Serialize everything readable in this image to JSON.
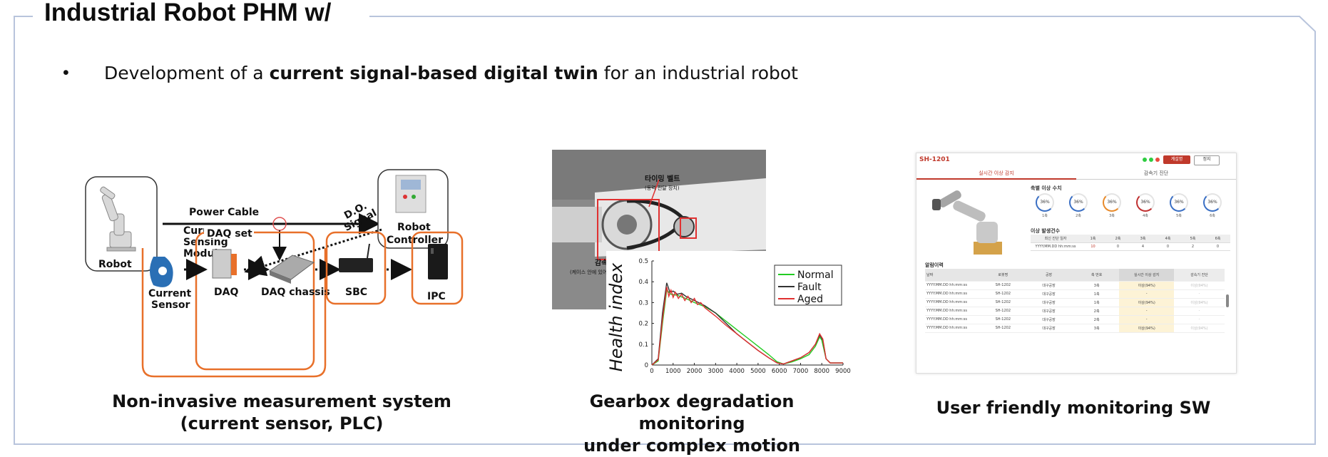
{
  "header": {
    "title": "Industrial Robot PHM w/",
    "bullet": "•",
    "bullet_pre": "Development of a ",
    "bullet_bold": "current signal-based digital twin",
    "bullet_post": " for an industrial robot"
  },
  "diagram": {
    "robot": "Robot",
    "power_cable": "Power Cable",
    "robot_controller_1": "Robot",
    "robot_controller_2": "Controller",
    "do_signal_1": "D.O.",
    "do_signal_2": "Signal",
    "csm_1": "Current",
    "csm_2": "Sensing",
    "csm_3": "Module",
    "daq_set": "DAQ set",
    "current_sensor_1": "Current",
    "current_sensor_2": "Sensor",
    "daq": "DAQ",
    "daq_chassis": "DAQ chassis",
    "sbc": "SBC",
    "ipc": "IPC",
    "accent": "#e8702a"
  },
  "photo": {
    "timing_belt": "타이밍 벨트",
    "timing_belt_sub": "(동력 전달 장치)",
    "reducer": "감속기",
    "reducer_sub": "(케이스 안에 있어서 밖에선 안보임)"
  },
  "chart_data": {
    "type": "line",
    "ylabel": "Health index",
    "xlabel": "",
    "xlim": [
      0,
      9000
    ],
    "ylim": [
      0,
      0.5
    ],
    "xticks": [
      "0",
      "1000",
      "2000",
      "3000",
      "4000",
      "5000",
      "6000",
      "7000",
      "8000",
      "9000"
    ],
    "yticks": [
      "0",
      "0.1",
      "0.2",
      "0.3",
      "0.4",
      "0.5"
    ],
    "legend_position": "top-right",
    "series": [
      {
        "name": "Normal",
        "color": "#22cc22",
        "points": [
          [
            0,
            0
          ],
          [
            300,
            0.02
          ],
          [
            500,
            0.2
          ],
          [
            700,
            0.36
          ],
          [
            900,
            0.34
          ],
          [
            1200,
            0.335
          ],
          [
            1600,
            0.32
          ],
          [
            2000,
            0.3
          ],
          [
            2500,
            0.28
          ],
          [
            3000,
            0.25
          ],
          [
            3500,
            0.21
          ],
          [
            4000,
            0.17
          ],
          [
            4500,
            0.13
          ],
          [
            5000,
            0.09
          ],
          [
            5500,
            0.05
          ],
          [
            5900,
            0.015
          ],
          [
            6200,
            0.005
          ],
          [
            6600,
            0.015
          ],
          [
            7000,
            0.03
          ],
          [
            7400,
            0.05
          ],
          [
            7700,
            0.09
          ],
          [
            7900,
            0.135
          ],
          [
            8000,
            0.12
          ],
          [
            8200,
            0.03
          ],
          [
            8400,
            0.01
          ],
          [
            9000,
            0.01
          ]
        ]
      },
      {
        "name": "Fault",
        "color": "#333333",
        "points": [
          [
            0,
            0
          ],
          [
            300,
            0.03
          ],
          [
            500,
            0.25
          ],
          [
            700,
            0.395
          ],
          [
            850,
            0.35
          ],
          [
            1000,
            0.355
          ],
          [
            1200,
            0.34
          ],
          [
            1400,
            0.345
          ],
          [
            1600,
            0.33
          ],
          [
            2000,
            0.31
          ],
          [
            2500,
            0.285
          ],
          [
            3000,
            0.25
          ],
          [
            3500,
            0.2
          ],
          [
            4000,
            0.15
          ],
          [
            4500,
            0.11
          ],
          [
            5000,
            0.07
          ],
          [
            5500,
            0.035
          ],
          [
            5900,
            0.01
          ],
          [
            6200,
            0.005
          ],
          [
            6600,
            0.02
          ],
          [
            7000,
            0.035
          ],
          [
            7400,
            0.06
          ],
          [
            7700,
            0.1
          ],
          [
            7900,
            0.145
          ],
          [
            8050,
            0.12
          ],
          [
            8200,
            0.03
          ],
          [
            8400,
            0.01
          ],
          [
            9000,
            0.01
          ]
        ]
      },
      {
        "name": "Aged",
        "color": "#e03030",
        "points": [
          [
            0,
            0
          ],
          [
            300,
            0.025
          ],
          [
            500,
            0.22
          ],
          [
            700,
            0.375
          ],
          [
            800,
            0.33
          ],
          [
            900,
            0.36
          ],
          [
            1000,
            0.325
          ],
          [
            1100,
            0.35
          ],
          [
            1250,
            0.32
          ],
          [
            1400,
            0.34
          ],
          [
            1550,
            0.31
          ],
          [
            1700,
            0.33
          ],
          [
            1850,
            0.3
          ],
          [
            2000,
            0.32
          ],
          [
            2150,
            0.29
          ],
          [
            2300,
            0.3
          ],
          [
            2500,
            0.275
          ],
          [
            3000,
            0.235
          ],
          [
            3500,
            0.19
          ],
          [
            4000,
            0.15
          ],
          [
            4500,
            0.11
          ],
          [
            5000,
            0.07
          ],
          [
            5500,
            0.035
          ],
          [
            5900,
            0.01
          ],
          [
            6200,
            0.005
          ],
          [
            6600,
            0.02
          ],
          [
            7000,
            0.035
          ],
          [
            7400,
            0.06
          ],
          [
            7700,
            0.1
          ],
          [
            7900,
            0.15
          ],
          [
            8050,
            0.125
          ],
          [
            8200,
            0.03
          ],
          [
            8400,
            0.01
          ],
          [
            9000,
            0.01
          ]
        ]
      }
    ]
  },
  "software": {
    "device_id": "SH-1201",
    "btn1": "계설명",
    "btn2": "정지",
    "tab1": "실시간 이상 감지",
    "tab2": "감속기 진단",
    "gauge_title": "축별 이상 수치",
    "gauges": [
      {
        "value": "36%",
        "label": "1축",
        "color": "#3a6fc4"
      },
      {
        "value": "36%",
        "label": "2축",
        "color": "#3a6fc4"
      },
      {
        "value": "36%",
        "label": "3축",
        "color": "#e88a2a"
      },
      {
        "value": "36%",
        "label": "4축",
        "color": "#c03030"
      },
      {
        "value": "36%",
        "label": "5축",
        "color": "#3a6fc4"
      },
      {
        "value": "36%",
        "label": "6축",
        "color": "#3a6fc4"
      }
    ],
    "count_title": "이상 발생건수",
    "count_headers": [
      "최신 진단 일자",
      "1축",
      "2축",
      "3축",
      "4축",
      "5축",
      "6축"
    ],
    "count_row": [
      "YYYY.MM.DD hh:mm:ss",
      "10",
      "0",
      "4",
      "0",
      "2",
      "0"
    ],
    "history_title": "알람이력",
    "history_headers": [
      "날짜",
      "로봇명",
      "공장",
      "축 번호",
      "실시간 이상 감지",
      "감속기 진단"
    ],
    "history_rows": [
      [
        "YYYY.MM.DD hh:mm:ss",
        "SH-1202",
        "대구공장",
        "3축",
        "이상(94%)",
        "이상(94%)"
      ],
      [
        "YYYY.MM.DD hh:mm:ss",
        "SH-1202",
        "대구공장",
        "1축",
        "-",
        "-"
      ],
      [
        "YYYY.MM.DD hh:mm:ss",
        "SH-1202",
        "대구공장",
        "1축",
        "이상(94%)",
        "이상(94%)"
      ],
      [
        "YYYY.MM.DD hh:mm:ss",
        "SH-1202",
        "대구공장",
        "2축",
        "-",
        "-"
      ],
      [
        "YYYY.MM.DD hh:mm:ss",
        "SH-1202",
        "대구공장",
        "2축",
        "-",
        "-"
      ],
      [
        "YYYY.MM.DD hh:mm:ss",
        "SH-1202",
        "대구공장",
        "3축",
        "이상(94%)",
        "이상(94%)"
      ]
    ]
  },
  "captions": {
    "left_1": "Non-invasive measurement system",
    "left_2": "(current sensor, PLC)",
    "middle_1": "Gearbox degradation monitoring",
    "middle_2": "under complex motion",
    "right": "User friendly monitoring SW"
  }
}
